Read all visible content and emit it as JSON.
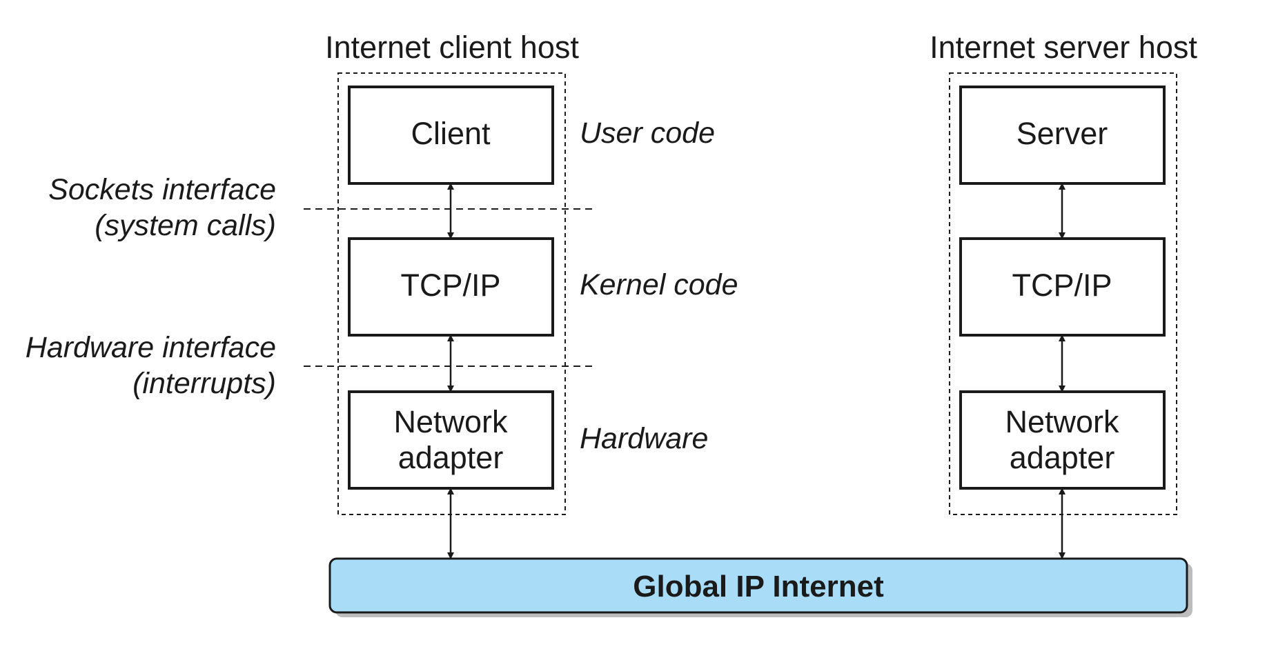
{
  "client_host": {
    "title": "Internet client host",
    "layers": {
      "app": "Client",
      "kernel": "TCP/IP",
      "hw_line1": "Network",
      "hw_line2": "adapter"
    }
  },
  "server_host": {
    "title": "Internet server host",
    "layers": {
      "app": "Server",
      "kernel": "TCP/IP",
      "hw_line1": "Network",
      "hw_line2": "adapter"
    }
  },
  "layer_labels": {
    "user": "User code",
    "kernel": "Kernel code",
    "hardware": "Hardware"
  },
  "interfaces": {
    "sockets_line1": "Sockets interface",
    "sockets_line2": "(system calls)",
    "hardware_line1": "Hardware interface",
    "hardware_line2": "(interrupts)"
  },
  "network": {
    "label": "Global IP Internet",
    "fill_color": "#a8dcf7",
    "shadow_color": "#bdbdbd"
  }
}
